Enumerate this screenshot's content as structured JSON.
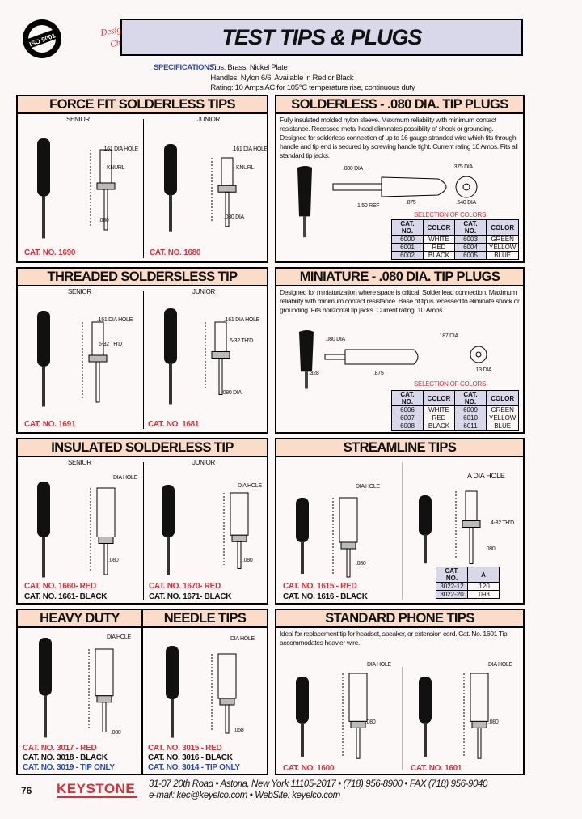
{
  "header": {
    "title": "TEST TIPS & PLUGS",
    "iso_seal": "ISO 9001 CERTIFIED COMPANY",
    "designers_choice": "Designers' Choice"
  },
  "specifications": {
    "label": "SPECIFICATIONS:",
    "lines": [
      "Tips: Brass, Nickel Plate",
      "Handles: Nylon 6/6. Available in Red or Black",
      "Rating: 10 Amps AC for 105°C temperature rise, continuous duty"
    ]
  },
  "panels": {
    "force_fit": {
      "title": "FORCE FIT SOLDERLESS TIPS",
      "senior": "SENIOR",
      "junior": "JUNIOR",
      "cat_senior": "CAT. NO. 1690",
      "cat_junior": "CAT. NO. 1680",
      "dims": {
        "hole": ".161 DIA HOLE",
        "knurl": "KNURL",
        "pin": ".080 DIA",
        "pin2": ".080"
      }
    },
    "solderless_plugs": {
      "title": "SOLDERLESS - .080 DIA. TIP PLUGS",
      "description": "Fully insulated molded nylon sleeve. Maximum reliability with minimum contact resistance. Recessed metal head eliminates possibility of shock or grounding. Designed for solderless connection of up to 16 gauge stranded wire which fits through handle and tip end is secured by screwing handle tight. Current rating 10 Amps. Fits all standard tip jacks.",
      "dims": {
        "d1": ".375 DIA",
        "d2": ".080 DIA",
        "d3": ".875",
        "d4": "1.50 REF",
        "d5": ".540 DIA"
      },
      "colors_title": "SELECTION OF COLORS",
      "table": [
        [
          "CAT. NO.",
          "COLOR",
          "CAT. NO.",
          "COLOR"
        ],
        [
          "6000",
          "WHITE",
          "6003",
          "GREEN"
        ],
        [
          "6001",
          "RED",
          "6004",
          "YELLOW"
        ],
        [
          "6002",
          "BLACK",
          "6005",
          "BLUE"
        ]
      ]
    },
    "threaded": {
      "title": "THREADED SOLDERSLESS TIP",
      "senior": "SENIOR",
      "junior": "JUNIOR",
      "cat_senior": "CAT. NO. 1691",
      "cat_junior": "CAT. NO. 1681",
      "dims": {
        "hole": ".161 DIA HOLE",
        "thread": "6-32 TH'D",
        "pin": ".080 DIA"
      }
    },
    "miniature": {
      "title": "MINIATURE - .080 DIA. TIP PLUGS",
      "description": "Designed for miniaturization where space is critical. Solder lead connection. Maximum reliability with minimum contact resistance. Base of tip is recessed to eliminate shock or grounding. Fits horizontal tip jacks. Current rating: 10 Amps.",
      "dims": {
        "d1": ".080 DIA",
        "d2": ".328",
        "d3": ".875",
        "d4": ".187 DIA",
        "d5": ".13 DIA"
      },
      "colors_title": "SELECTION OF COLORS",
      "table": [
        [
          "CAT. NO.",
          "COLOR",
          "CAT. NO.",
          "COLOR"
        ],
        [
          "6006",
          "WHITE",
          "6009",
          "GREEN"
        ],
        [
          "6007",
          "RED",
          "6010",
          "YELLOW"
        ],
        [
          "6008",
          "BLACK",
          "6011",
          "BLUE"
        ]
      ]
    },
    "insulated": {
      "title": "INSULATED SOLDERLESS TIP",
      "senior": "SENIOR",
      "junior": "JUNIOR",
      "cat_senior_red": "CAT. NO. 1660- RED",
      "cat_senior_black": "CAT. NO. 1661- BLACK",
      "cat_junior_red": "CAT. NO. 1670- RED",
      "cat_junior_black": "CAT. NO. 1671- BLACK",
      "dims": {
        "hole": "DIA HOLE",
        "pin": ".080"
      }
    },
    "streamline": {
      "title": "STREAMLINE TIPS",
      "cat_red": "CAT. NO. 1615 - RED",
      "cat_black": "CAT. NO. 1616 - BLACK",
      "dims": {
        "hole": "DIA HOLE",
        "a_hole": "A DIA HOLE",
        "thread": "4-32 TH'D",
        "pin": ".080"
      },
      "table": [
        [
          "CAT. NO.",
          "A"
        ],
        [
          "3022-12",
          ".120"
        ],
        [
          "3022-20",
          ".093"
        ]
      ]
    },
    "heavy_duty": {
      "title": "HEAVY DUTY",
      "cat_red": "CAT. NO. 3017 - RED",
      "cat_black": "CAT. NO. 3018 - BLACK",
      "cat_tip": "CAT. NO. 3019 - TIP ONLY",
      "dims": {
        "hole": "DIA HOLE",
        "pin": ".080"
      }
    },
    "needle": {
      "title": "NEEDLE TIPS",
      "cat_red": "CAT. NO. 3015 - RED",
      "cat_black": "CAT. NO. 3016 - BLACK",
      "cat_tip": "CAT. NO. 3014 - TIP ONLY",
      "dims": {
        "hole": "DIA HOLE",
        "pin": ".058"
      }
    },
    "phone": {
      "title": "STANDARD PHONE TIPS",
      "description": "Ideal for replacement tip for headset, speaker, or extension cord. Cat. No. 1601 Tip accommodates heavier wire.",
      "cat_1600": "CAT. NO. 1600",
      "cat_1601": "CAT. NO. 1601",
      "dims": {
        "hole": "DIA HOLE",
        "pin": ".080"
      }
    }
  },
  "footer": {
    "page": "76",
    "logo": "KEYSTONE",
    "address": "31-07 20th Road • Astoria, New York 11105-2017",
    "phone": "• (718) 956-8900",
    "fax": "• FAX (718) 956-9040",
    "email": "e-mail: kec@keyelco.com",
    "web": "• WebSite: keyelco.com"
  },
  "colors": {
    "accent_red": "#d8303a",
    "accent_blue": "#2b4aa8",
    "header_fill": "#fadcc8",
    "title_fill": "#d8d8ea"
  }
}
